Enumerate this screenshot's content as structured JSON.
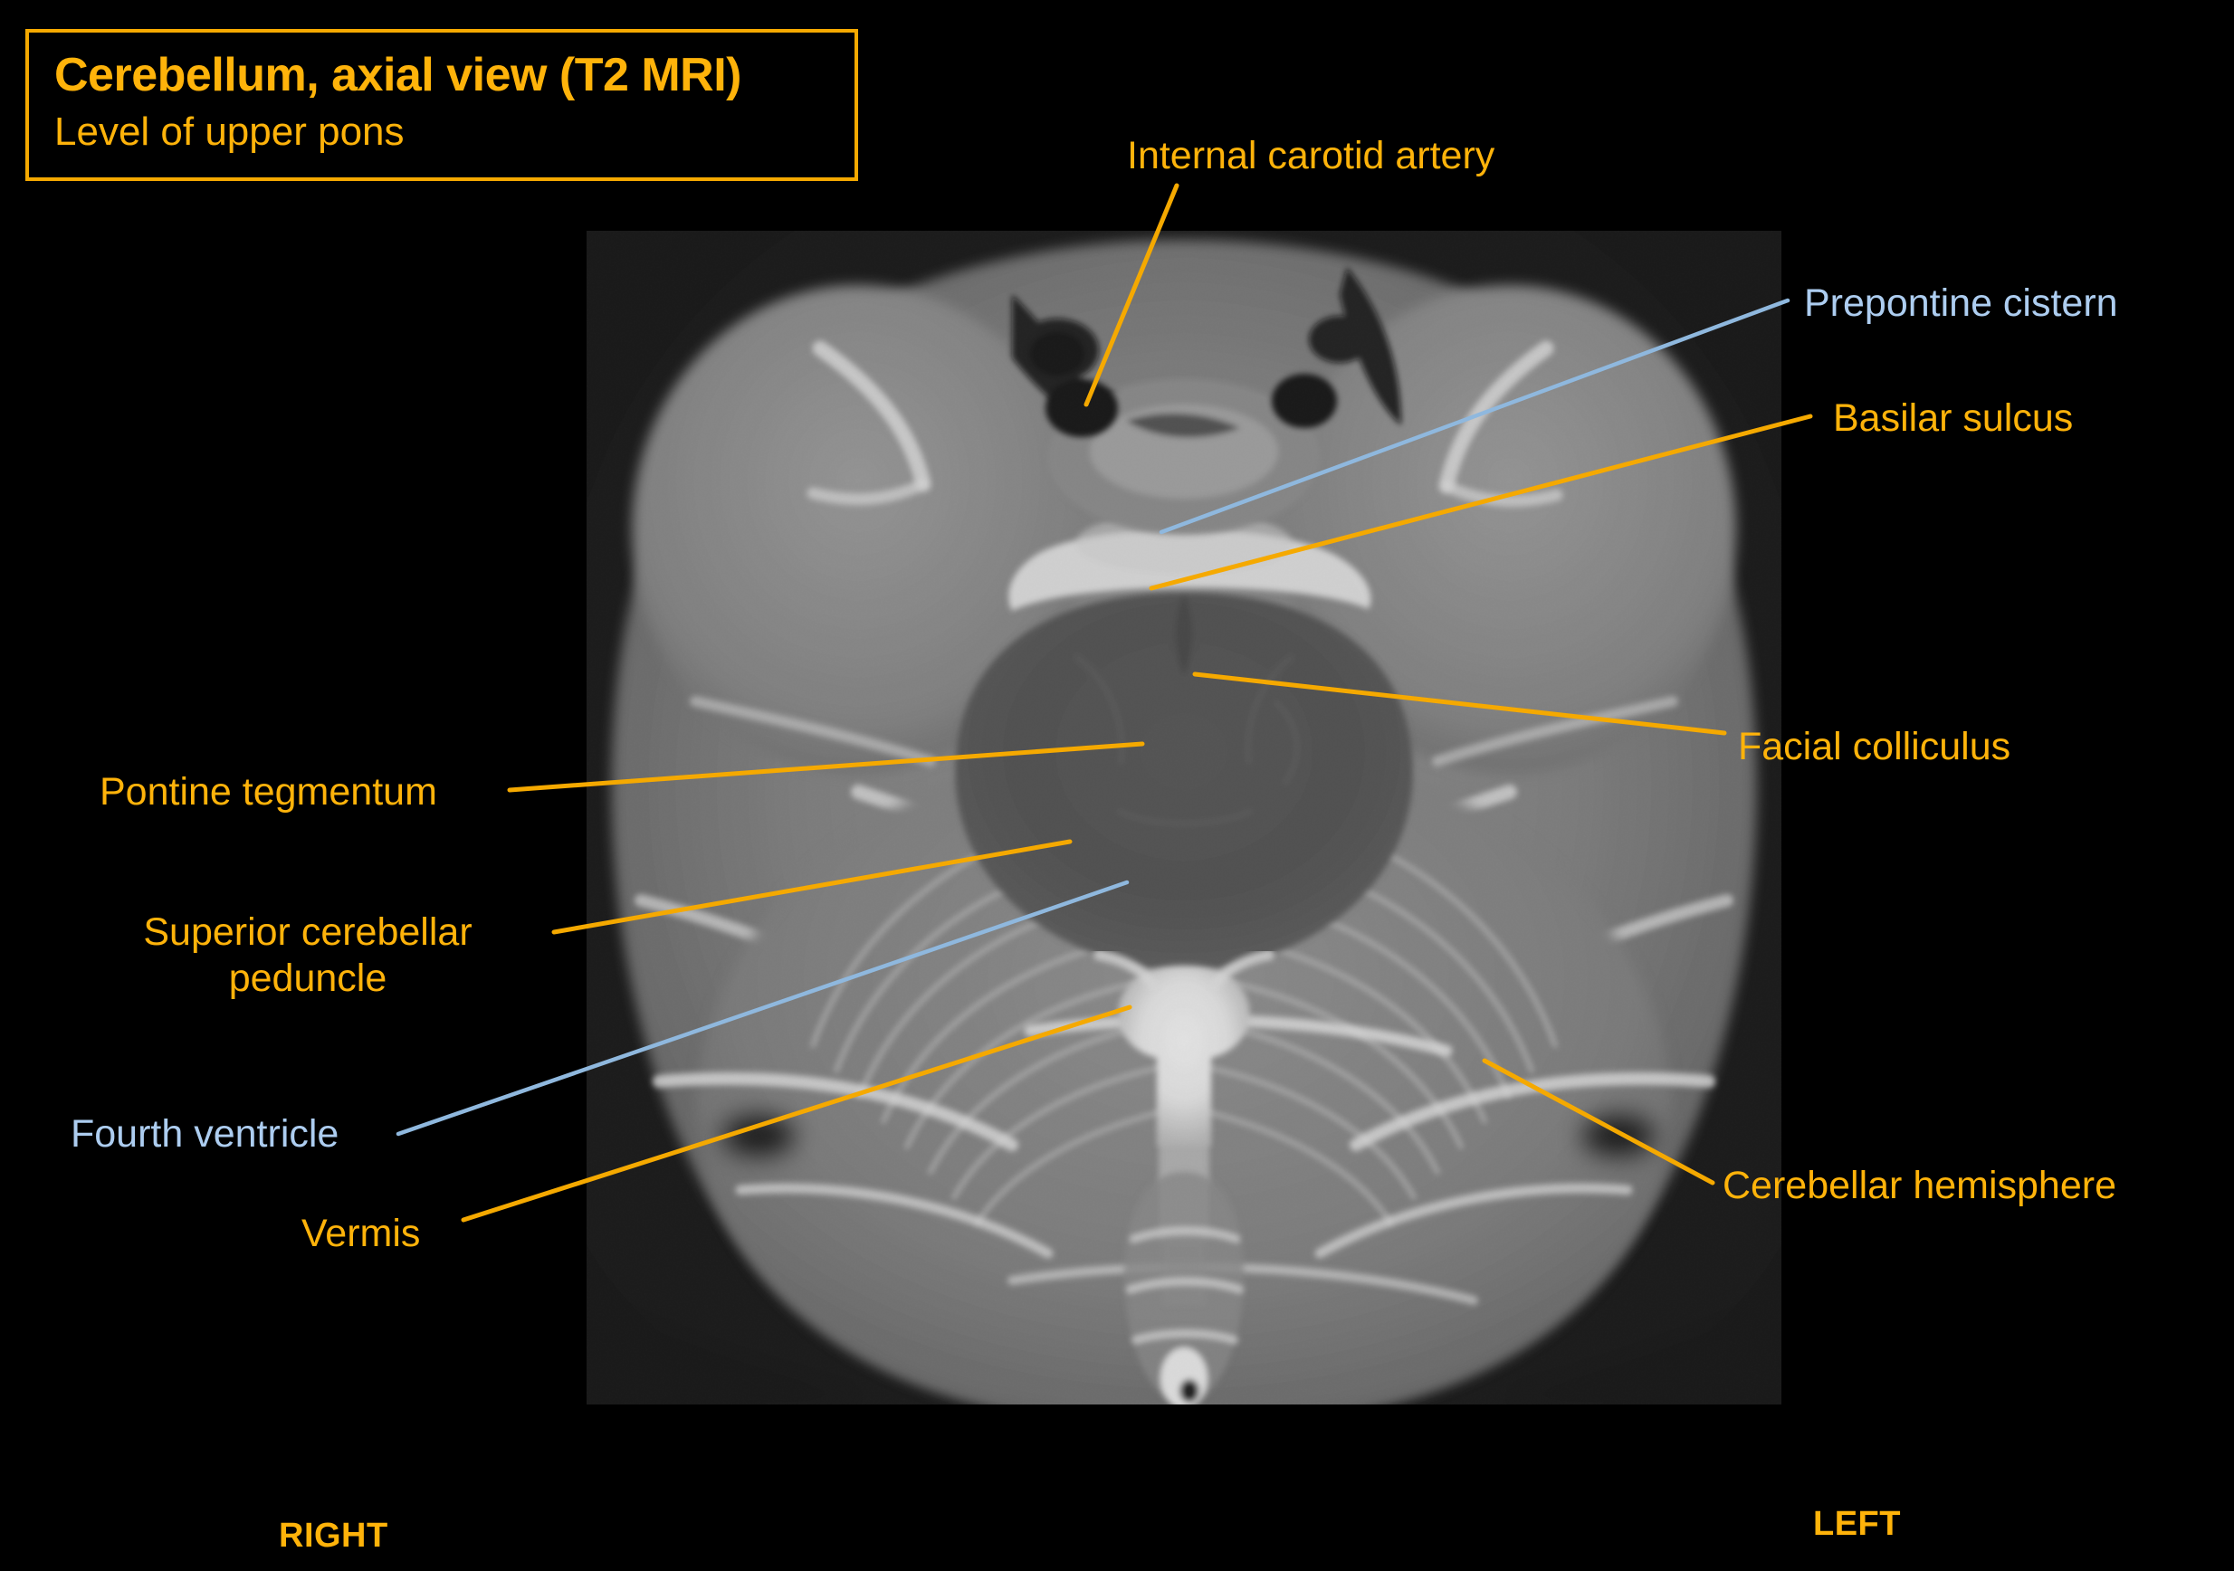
{
  "title": {
    "main": "Cerebellum, axial view (T2 MRI)",
    "subtitle": "Level of upper pons"
  },
  "colors": {
    "accent_yellow": "#ffb30a",
    "leader_yellow": "#f5a900",
    "accent_blue": "#adcdf0",
    "leader_blue": "#8fb8de",
    "background": "#000000"
  },
  "orientation": {
    "right": "RIGHT",
    "left": "LEFT"
  },
  "annotations": [
    {
      "id": "internal-carotid-artery",
      "label": "Internal carotid artery",
      "color": "yellow"
    },
    {
      "id": "prepontine-cistern",
      "label": "Prepontine cistern",
      "color": "blue"
    },
    {
      "id": "basilar-sulcus",
      "label": "Basilar sulcus",
      "color": "yellow"
    },
    {
      "id": "facial-colliculus",
      "label": "Facial colliculus",
      "color": "yellow"
    },
    {
      "id": "pontine-tegmentum",
      "label": "Pontine tegmentum",
      "color": "yellow"
    },
    {
      "id": "superior-cerebellar-peduncle",
      "label": "Superior cerebellar\npeduncle",
      "line1": "Superior cerebellar",
      "line2": "peduncle",
      "color": "yellow"
    },
    {
      "id": "fourth-ventricle",
      "label": "Fourth ventricle",
      "color": "blue"
    },
    {
      "id": "vermis",
      "label": "Vermis",
      "color": "yellow"
    },
    {
      "id": "cerebellar-hemisphere",
      "label": "Cerebellar hemisphere",
      "color": "yellow"
    }
  ],
  "image": {
    "modality": "T2 MRI",
    "plane": "axial",
    "region": "posterior fossa / upper pons"
  }
}
